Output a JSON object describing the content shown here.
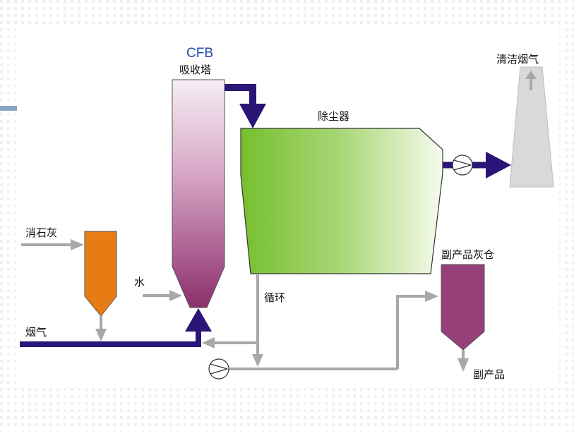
{
  "labels": {
    "cfb": "CFB",
    "absorber": "吸收塔",
    "dust_collector": "除尘器",
    "clean_flue_gas": "清洁烟气",
    "slaked_lime": "消石灰",
    "water": "水",
    "flue_gas": "烟气",
    "recirculation": "循环",
    "byproduct_silo": "副产品灰仓",
    "byproduct": "副产品"
  },
  "colors": {
    "flow_main": "#2b1576",
    "flow_gray": "#a8a8a8",
    "cfb_text": "#1f4aa8",
    "lime_hopper": "#e87c14",
    "byproduct_silo": "#963f78",
    "stack": "#d9d9d9",
    "absorber_top": "#f1e6f0",
    "absorber_bottom": "#8c2f6c",
    "dust_green": "#7cc238"
  },
  "icons": {
    "fan_1": "fan-icon",
    "fan_2": "fan-icon"
  }
}
